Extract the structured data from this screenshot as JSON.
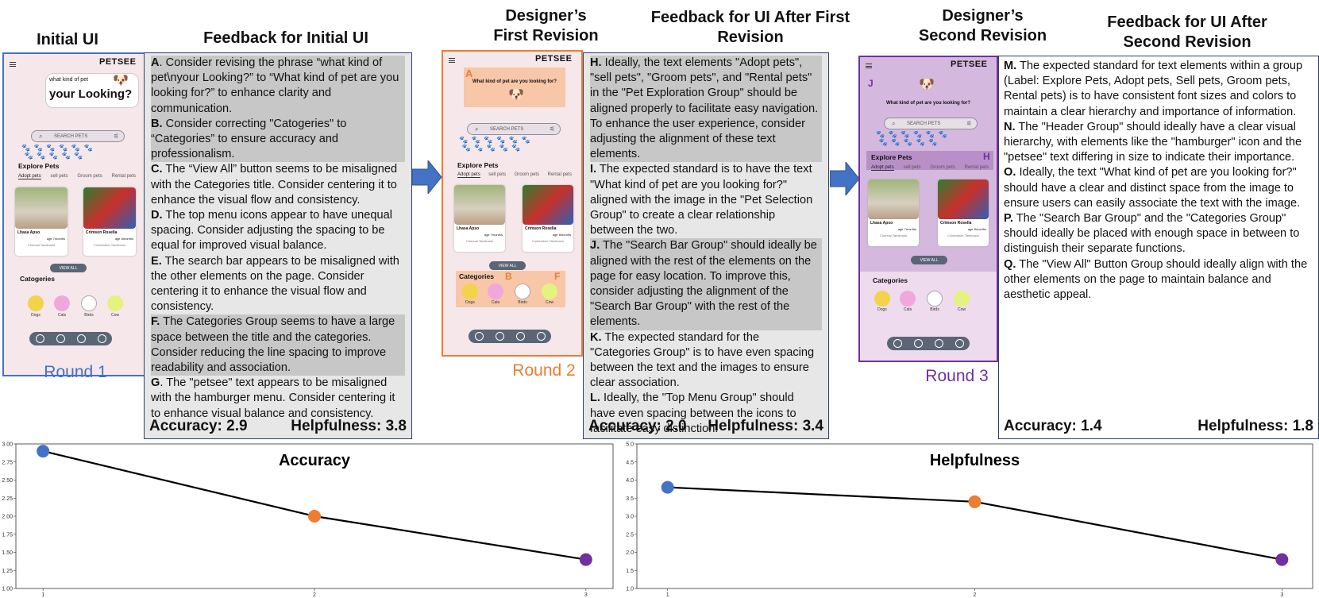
{
  "headings": {
    "initial_ui": "Initial UI",
    "feedback_initial": "Feedback for Initial UI",
    "first_revision": "Designer’s\nFirst Revision",
    "feedback_first": "Feedback for  UI After First\nRevision",
    "second_revision": "Designer’s\nSecond Revision",
    "feedback_second": "Feedback for  UI After\nSecond Revision"
  },
  "rounds": {
    "r1": "Round 1",
    "r2": "Round 2",
    "r3": "Round 3"
  },
  "colors": {
    "round1": "#4472c4",
    "round2": "#ed7d31",
    "round3": "#7030a0"
  },
  "app": {
    "logo": "PETSEE",
    "question_r1_line1": "what kind of pet",
    "question_r1_line2": "your Looking?",
    "question": "What kind of pet are you looking for?",
    "search_placeholder": "SEARCH PETS",
    "explore": "Explore Pets",
    "tabs": [
      "Adopt pets",
      "sell pets",
      "Groom pets",
      "Rental pets"
    ],
    "pet1_name": "Lhasa Apso",
    "pet1_age": "age 7months",
    "pet1_loc": "Chennai,Tamilnadu",
    "pet2_name": "Crimson Rosella",
    "pet2_age": "age 8months",
    "pet2_loc": "Coimbatore,Tamilnadu",
    "view_all": "VIEW ALL",
    "categories_r1": "Catogeries",
    "categories": "Categories",
    "cat_labels": [
      "Dogs",
      "Cats",
      "Birds",
      "Cow"
    ],
    "marker_A": "A",
    "marker_B": "B",
    "marker_F": "F",
    "marker_J": "J",
    "marker_H": "H"
  },
  "feedback1": [
    {
      "id": "A",
      "text": ". Consider revising  the phrase “what kind of pet\\nyour Looking?” to “What kind of pet are you looking for?” to enhance clarity and communication.",
      "hl": true
    },
    {
      "id": "B.",
      "text": " Consider correcting \"Catogeries\" to “Categories” to ensure accuracy and professionalism.",
      "hl": true
    },
    {
      "id": "C.",
      "text": " The “View All” button seems to be misaligned with the Categories title. Consider centering it to enhance the visual flow and consistency.",
      "hl": false
    },
    {
      "id": "D.",
      "text": " The top menu icons appear to have unequal spacing. Consider adjusting the spacing to be equal for improved visual balance.",
      "hl": false
    },
    {
      "id": "E.",
      "text": " The search bar appears to be misaligned with the other elements on the page. Consider centering it to enhance the visual flow and consistency.",
      "hl": false
    },
    {
      "id": "F.",
      "text": " The Categories Group seems to have a large space between the title and the categories. Consider reducing the line spacing to improve readability and association.",
      "hl": true
    },
    {
      "id": "G",
      "text": ". The \"petsee\" text appears to be misaligned with the hamburger menu. Consider centering it to enhance visual balance and consistency.",
      "hl": false
    }
  ],
  "feedback2": [
    {
      "id": "H.",
      "text": " Ideally, the text elements \"Adopt pets\", \"sell pets\", \"Groom pets\", and \"Rental pets\" in the \"Pet Exploration Group\" should be aligned properly to facilitate easy navigation. To enhance the user experience, consider adjusting the alignment of these text elements.",
      "hl": true
    },
    {
      "id": "I.",
      "text": " The expected standard is to have the text \"What kind of pet are you looking for?\" aligned with the image in the \"Pet Selection Group\" to create a clear relationship between the two.",
      "hl": false
    },
    {
      "id": "J.",
      "text": " The \"Search Bar Group\" should ideally be aligned with the rest of the elements on the page for easy location. To improve this, consider adjusting the alignment of the \"Search Bar Group\" with the rest of the elements.",
      "hl": true
    },
    {
      "id": "K.",
      "text": " The expected standard for the \"Categories Group\" is to have even spacing between the text and the images to ensure clear association.",
      "hl": false
    },
    {
      "id": "L.",
      "text": " Ideally, the \"Top Menu Group\" should have even spacing between the icons to facilitate easy distinction.",
      "hl": false
    }
  ],
  "feedback3": [
    {
      "id": "M.",
      "text": " The expected standard for text elements within a group (Label: Explore Pets, Adopt pets, Sell pets, Groom pets, Rental pets) is to have consistent font sizes and colors to maintain a clear hierarchy and importance of information.",
      "hl": false
    },
    {
      "id": "N.",
      "text": " The \"Header Group\" should ideally have a clear visual hierarchy, with elements like the \"hamburger\" icon and the \"petsee\" text differing in size to indicate their importance.",
      "hl": false
    },
    {
      "id": "O.",
      "text": " Ideally, the text \"What kind of pet are you looking for?\" should have a clear and distinct space from the image to ensure users can easily associate the text with the image.",
      "hl": false
    },
    {
      "id": "P.",
      "text": " The \"Search Bar Group\" and the \"Categories Group\" should ideally be placed with enough space in between to distinguish their separate functions.",
      "hl": false
    },
    {
      "id": "Q.",
      "text": " The \"View All\" Button Group should ideally align with the other elements on the page to maintain balance and aesthetic appeal.",
      "hl": false
    }
  ],
  "metrics": {
    "r1_acc": "Accuracy: 2.9",
    "r1_help": "Helpfulness: 3.8",
    "r2_acc": "Accuracy: 2.0",
    "r2_help": "Helpfulness: 3.4",
    "r3_acc": "Accuracy: 1.4",
    "r3_help": "Helpfulness: 1.8"
  },
  "chart_data": [
    {
      "type": "line",
      "title": "Accuracy",
      "x": [
        1,
        2,
        3
      ],
      "values": [
        2.9,
        2.0,
        1.4
      ],
      "point_colors": [
        "#4472c4",
        "#ed7d31",
        "#7030a0"
      ],
      "ylim": [
        1.0,
        3.0
      ],
      "yticks": [
        "1.00",
        "1.25",
        "1.50",
        "1.75",
        "2.00",
        "2.25",
        "2.50",
        "2.75",
        "3.00"
      ],
      "xticks": [
        "1",
        "2",
        "3"
      ]
    },
    {
      "type": "line",
      "title": "Helpfulness",
      "x": [
        1,
        2,
        3
      ],
      "values": [
        3.8,
        3.4,
        1.8
      ],
      "point_colors": [
        "#4472c4",
        "#ed7d31",
        "#7030a0"
      ],
      "ylim": [
        1.0,
        5.0
      ],
      "yticks": [
        "1.0",
        "1.5",
        "2.0",
        "2.5",
        "3.0",
        "3.5",
        "4.0",
        "4.5",
        "5.0"
      ],
      "xticks": [
        "1",
        "2",
        "3"
      ]
    }
  ]
}
